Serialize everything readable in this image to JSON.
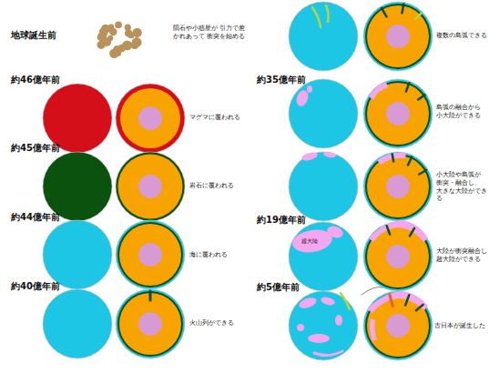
{
  "diagram": {
    "labels": [
      "地球誕生前",
      "隕石や小惑星が 引力で惹かれあって 衝突を始める",
      "約46億年前",
      "マグマに覆われる",
      "約45億年前",
      "岩石に覆われる",
      "約44億年前",
      "海に覆われる",
      "約40億年前",
      "火山列ができる",
      "複数の島弧できる",
      "約35億年前",
      "島弧の融合から 小大陸ができる",
      "小大陸や島弧が 衝突・融合し、 大きな大陸ができる",
      "約19億年前",
      "超大陸",
      "大陸が衝突融合し 超大陸ができる",
      "約5億年前",
      "古日本が誕生した"
    ]
  }
}
